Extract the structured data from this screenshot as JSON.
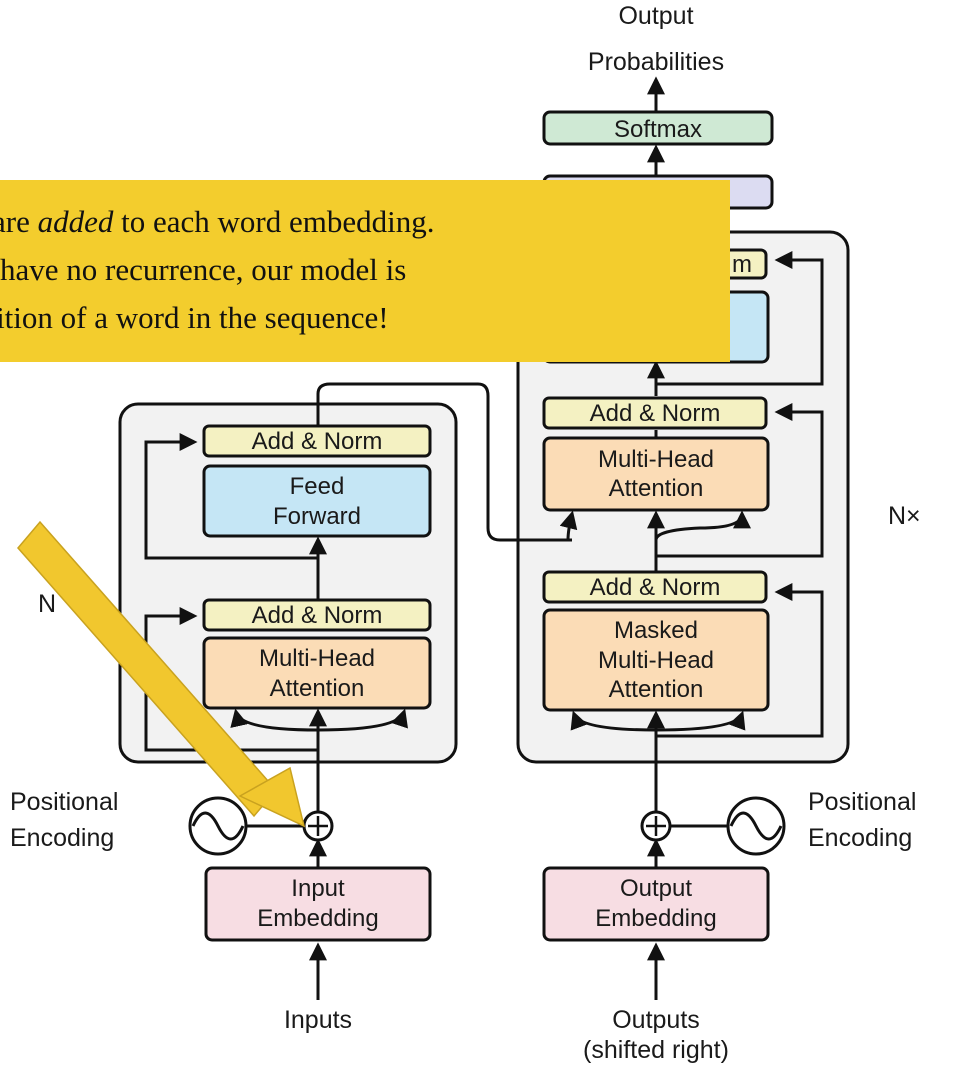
{
  "labels": {
    "output_probabilities_line1": "Output",
    "output_probabilities_line2": "Probabilities",
    "softmax": "Softmax",
    "add_norm_top": "Add & Norm",
    "enc_add_norm": "Add & Norm",
    "enc_feed_forward_1": "Feed",
    "enc_feed_forward_2": "Forward",
    "enc_add_norm_2": "Add & Norm",
    "enc_mha_1": "Multi-Head",
    "enc_mha_2": "Attention",
    "dec_add_norm_mid": "Add & Norm",
    "dec_mha_1": "Multi-Head",
    "dec_mha_2": "Attention",
    "dec_add_norm_low": "Add & Norm",
    "dec_masked_1": "Masked",
    "dec_masked_2": "Multi-Head",
    "dec_masked_3": "Attention",
    "nx_right": "N×",
    "nx_left_partial": "N",
    "pos_enc_left_1": "Positional",
    "pos_enc_left_2": "Encoding",
    "pos_enc_right_1": "Positional",
    "pos_enc_right_2": "Encoding",
    "input_emb_1": "Input",
    "input_emb_2": "Embedding",
    "output_emb_1": "Output",
    "output_emb_2": "Embedding",
    "inputs": "Inputs",
    "outputs_1": "Outputs",
    "outputs_2": "(shifted right)",
    "top_add_norm_partial": "m",
    "plus_symbol": "+"
  },
  "callout": {
    "line1_pre": "are ",
    "line1_em": "added",
    "line1_post": " to each  word embedding.",
    "line2": " have no recurrence, our model is",
    "line3": "sition of a word in the sequence!"
  },
  "colors": {
    "callout_bg": "#f3cd2d",
    "arrow_yellow": "#f1c72e",
    "add_norm": "#f4f1c2",
    "feed_forward": "#c5e6f5",
    "attention": "#fbdcb6",
    "embedding": "#f7dde3",
    "softmax": "#cfe9d4",
    "linear": "#dcdcf2",
    "block_bg": "#f2f2f2"
  }
}
